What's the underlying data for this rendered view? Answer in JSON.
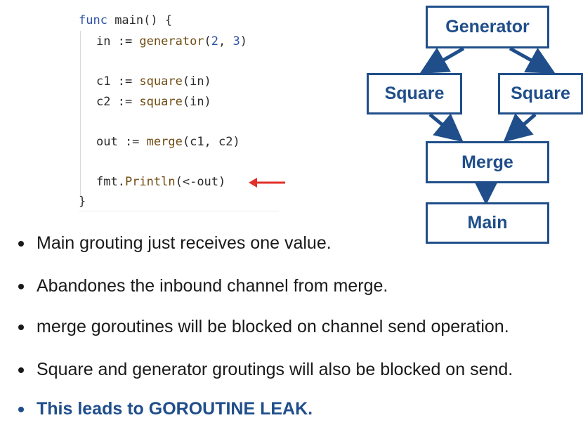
{
  "code": {
    "line1": {
      "kw": "func",
      "rest": " main() {"
    },
    "line2": {
      "pre": "in := ",
      "fn": "generator",
      "open": "(",
      "n1": "2",
      "sep": ", ",
      "n2": "3",
      "close": ")"
    },
    "line3": {
      "pre": "c1 := ",
      "fn": "square",
      "rest": "(in)"
    },
    "line4": {
      "pre": "c2 := ",
      "fn": "square",
      "rest": "(in)"
    },
    "line5": {
      "pre": "out := ",
      "fn": "merge",
      "rest": "(c1, c2)"
    },
    "line6": {
      "pre": "fmt.",
      "fn": "Println",
      "rest": "(<-out)"
    },
    "line7": "}"
  },
  "diagram": {
    "generator": "Generator",
    "square_left": "Square",
    "square_right": "Square",
    "merge": "Merge",
    "main": "Main",
    "color": "#1f4e8a",
    "pointer_arrow_color": "#e0302a"
  },
  "bullets": [
    "Main grouting just receives one value.",
    "Abandones the inbound channel from merge.",
    "merge goroutines will be blocked on channel send operation.",
    "Square and generator groutings will also be blocked on send.",
    "This leads to GOROUTINE LEAK."
  ]
}
